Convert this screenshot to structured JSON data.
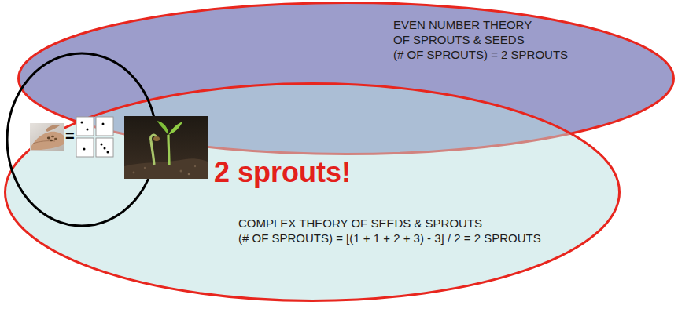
{
  "diagram": {
    "nodes": [
      {
        "text": [
          "EVEN NUMBER THEORY OF SPROUTS & SEEDS",
          "(# OF SPROUTS) = 2 SPROUTS"
        ]
      },
      {
        "text": [
          "COMPLEX THEORY OF SEEDS & SPROUTS",
          "(# OF SPROUTS) = [(1 + 1 + 2 + 3) - 3] / 2 = 2 SPROUTS"
        ]
      }
    ],
    "labels": [
      "=",
      "2 sprouts!"
    ]
  }
}
